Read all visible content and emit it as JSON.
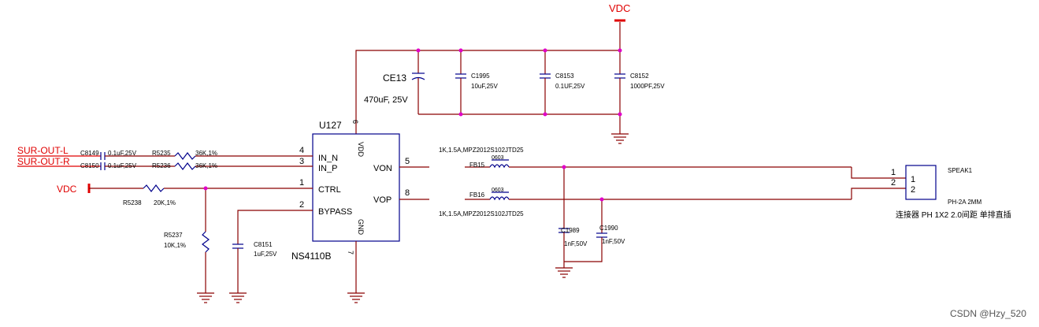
{
  "nets": {
    "vdc_top": "VDC",
    "vdc_left": "VDC",
    "sur_out_l": "SUR-OUT-L",
    "sur_out_r": "SUR-OUT-R"
  },
  "amp": {
    "ref": "U127",
    "part": "NS4110B",
    "pins": {
      "in_n": "IN_N",
      "in_p": "IN_P",
      "ctrl": "CTRL",
      "bypass": "BYPASS",
      "von": "VON",
      "vop": "VOP",
      "vdd": "VDD",
      "gnd": "GND",
      "n4": "4",
      "n3": "3",
      "n1": "1",
      "n2": "2",
      "n5": "5",
      "n8": "8",
      "n6": "6",
      "n7": "7"
    }
  },
  "caps_top": {
    "ce13_ref": "CE13",
    "ce13_val": "470uF, 25V",
    "c1995_ref": "C1995",
    "c1995_val": "10uF,25V",
    "c8153_ref": "C8153",
    "c8153_val": "0.1UF,25V",
    "c8152_ref": "C8152",
    "c8152_val": "1000PF,25V"
  },
  "inputs": {
    "c8149_ref": "C8149",
    "c8149_val": "0.1uF,25V",
    "c8150_ref": "C8150",
    "c8150_val": "0.1uF,25V",
    "r5235_ref": "R5235",
    "r5235_val": "36K,1%",
    "r5236_ref": "R5236",
    "r5236_val": "36K,1%",
    "r5238_ref": "R5238",
    "r5238_val": "20K,1%",
    "r5237_ref": "R5237",
    "r5237_val": "10K,1%",
    "c8151_ref": "C8151",
    "c8151_val": "1uF,25V"
  },
  "outputs": {
    "fb15_ref": "FB15",
    "fb16_ref": "FB16",
    "fb_pkg": "0603",
    "fb15_val": "1K,1.5A,MPZ2012S102JTD25",
    "fb16_val": "1K,1.5A,MPZ2012S102JTD25",
    "c1989_ref": "C1989",
    "c1989_val": "1nF,50V",
    "c1990_ref": "C1990",
    "c1990_val": "1nF,50V"
  },
  "connector": {
    "ref": "SPEAK1",
    "pin1": "1",
    "pin2": "2",
    "pin1_inner": "1",
    "pin2_inner": "2",
    "model": "PH-2A 2MM",
    "desc": "连接器 PH 1X2 2.0间距 单排直插"
  },
  "watermark": "CSDN @Hzy_520",
  "colors": {
    "wire": "#8a0000",
    "part": "#00008b",
    "junction": "#e000c8",
    "net_label": "#e00000"
  }
}
